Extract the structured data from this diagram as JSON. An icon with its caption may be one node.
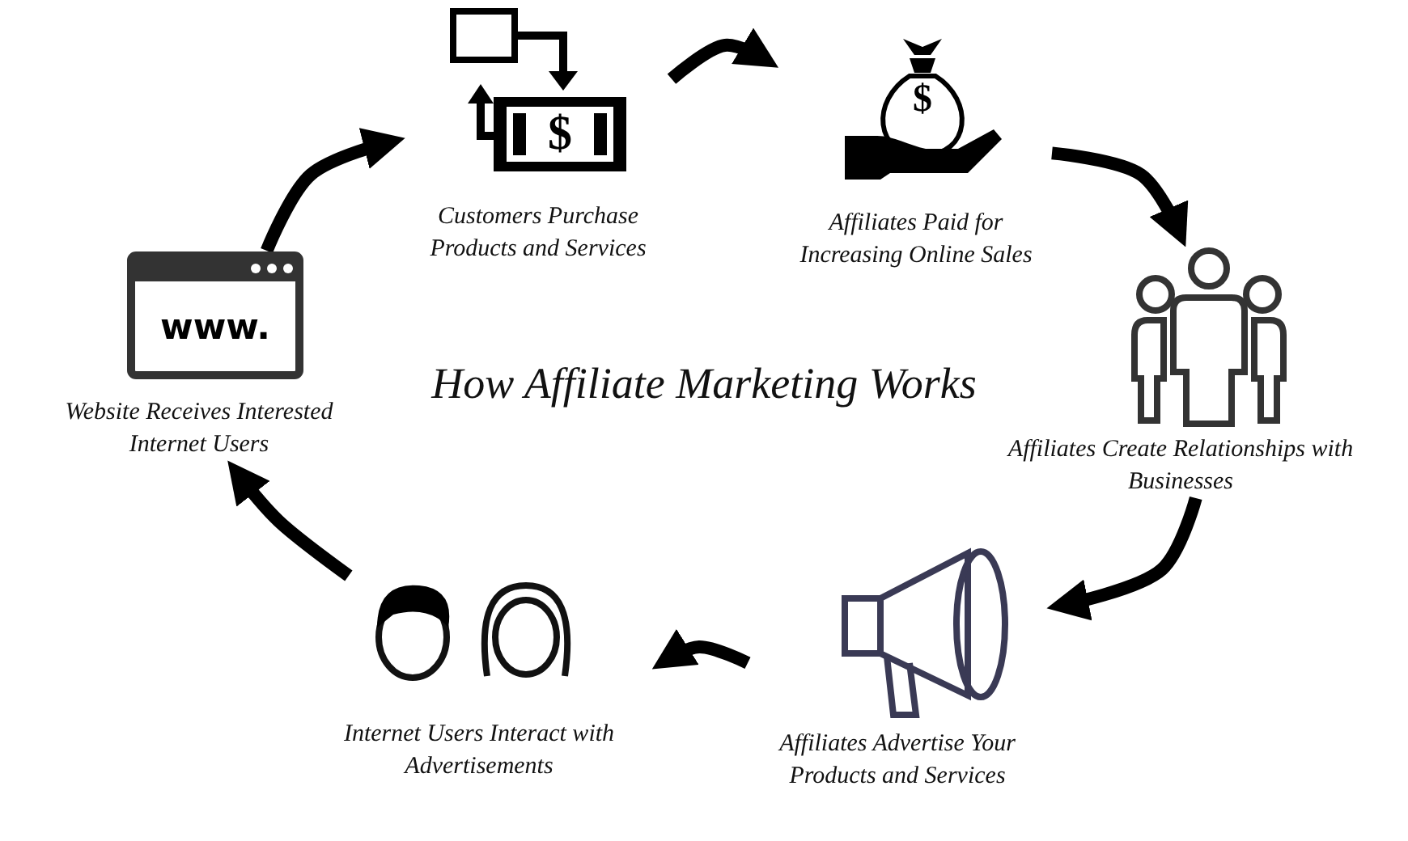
{
  "diagram": {
    "title": "How Affiliate Marketing Works",
    "nodes": [
      {
        "text": [
          "Customers Purchase Products and Services"
        ]
      },
      {
        "text": [
          "Affiliates Paid for Increasing Online Sales"
        ]
      },
      {
        "text": [
          "Affiliates Create Relationships with Businesses"
        ]
      },
      {
        "text": [
          "Affiliates Advertise Your Products and Services"
        ]
      },
      {
        "text": [
          "Internet Users Interact with Advertisements"
        ]
      },
      {
        "text": [
          "Website Receives Interested Internet Users"
        ]
      }
    ],
    "edges": [
      {
        "from": 5,
        "to": 0,
        "arrow": "to"
      },
      {
        "from": 0,
        "to": 1,
        "arrow": "to"
      },
      {
        "from": 1,
        "to": 2,
        "arrow": "to"
      },
      {
        "from": 2,
        "to": 3,
        "arrow": "to"
      },
      {
        "from": 3,
        "to": 4,
        "arrow": "to"
      },
      {
        "from": 4,
        "to": 5,
        "arrow": "to"
      }
    ],
    "labels": [
      "$",
      "$",
      "www."
    ]
  }
}
